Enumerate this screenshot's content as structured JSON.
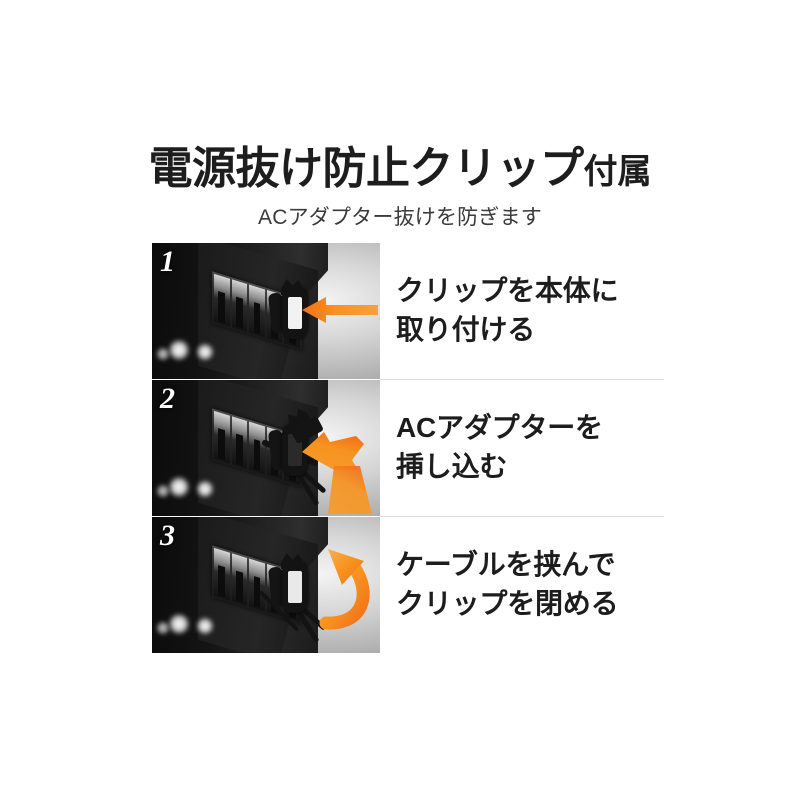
{
  "header": {
    "title_main": "電源抜け防止クリップ",
    "title_suffix": "付属",
    "subtitle": "ACアダプター抜けを防ぎます"
  },
  "colors": {
    "text": "#1d1d1d",
    "subtitle": "#3a3a3a",
    "arrow_orange": "#F7931E",
    "arrow_orange_dark": "#F2701A",
    "divider": "#dedede",
    "photo_dark": "#0a0a0a"
  },
  "steps": [
    {
      "number": "1",
      "arrow": "straight-left-arrow",
      "line1": "クリップを本体に",
      "line2": "取り付ける"
    },
    {
      "number": "2",
      "arrow": "thick-up-left-arrow",
      "line1": "ACアダプターを",
      "line2": "挿し込む"
    },
    {
      "number": "3",
      "arrow": "curved-up-arrow",
      "line1": "ケーブルを挟んで",
      "line2": "クリップを閉める"
    }
  ]
}
